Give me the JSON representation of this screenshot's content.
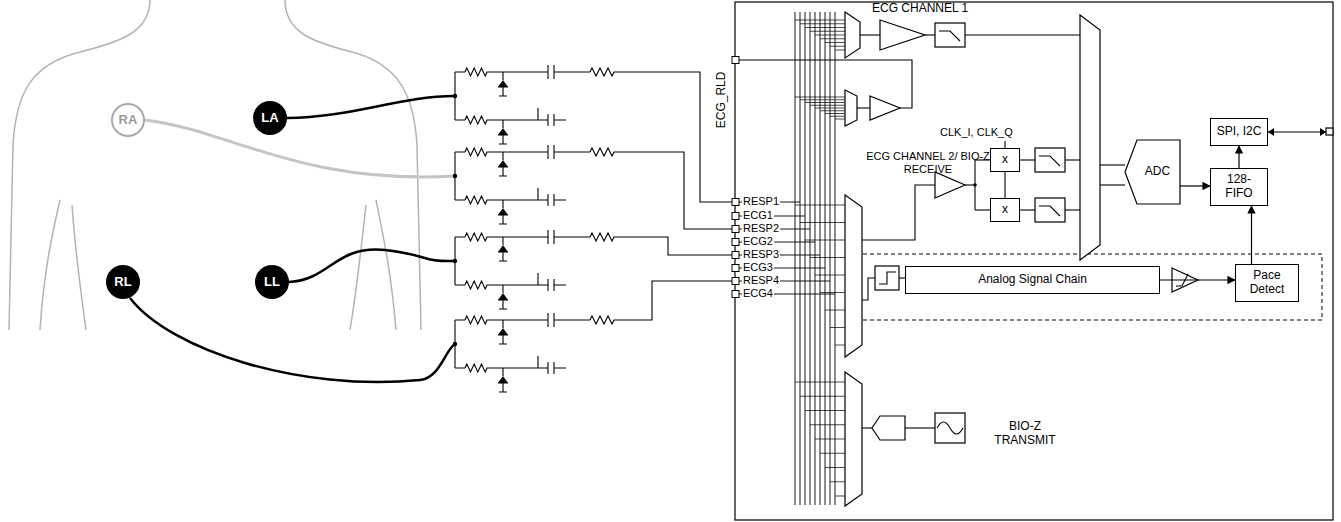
{
  "diagram": {
    "nodes": [
      {
        "text": [
          "RA"
        ]
      },
      {
        "text": [
          "LA"
        ]
      },
      {
        "text": [
          "RL"
        ]
      },
      {
        "text": [
          "LL"
        ]
      },
      {
        "text": [
          "x"
        ]
      },
      {
        "text": [
          "x"
        ]
      },
      {
        "text": [
          "ADC"
        ]
      },
      {
        "text": [
          "SPI, I2C"
        ]
      },
      {
        "text": [
          "128- FIFO"
        ]
      },
      {
        "text": [
          "Analog Signal Chain"
        ]
      },
      {
        "text": [
          "Pace Detect"
        ]
      }
    ],
    "edges": [
      {
        "from": 6,
        "to": 8,
        "arrow": "to"
      },
      {
        "from": 8,
        "to": 7,
        "arrow": "to"
      },
      {
        "from": 10,
        "to": 8,
        "arrow": "to"
      },
      {
        "from": 9,
        "to": 10,
        "arrow": "to"
      }
    ],
    "labels": [
      "ECG CHANNEL 1",
      "ECG_RLD",
      "ECG CHANNEL 2/ BIO-Z RECEIVE",
      "CLK_I, CLK_Q",
      "RESP1",
      "ECG1",
      "RESP2",
      "ECG2",
      "RESP3",
      "ECG3",
      "RESP4",
      "ECG4",
      "BIO-Z TRANSMIT"
    ]
  }
}
